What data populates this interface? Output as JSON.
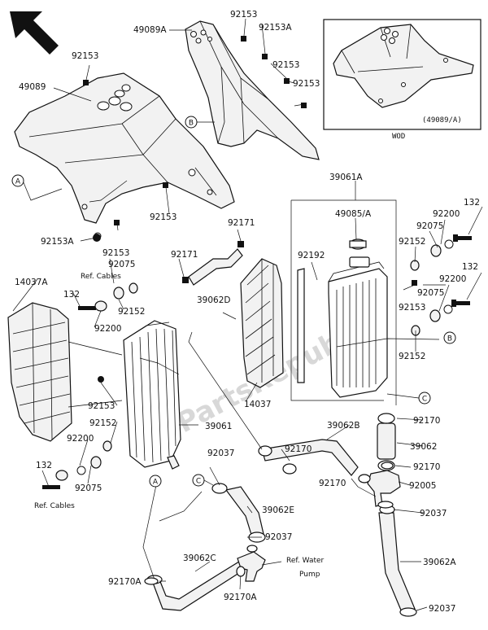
{
  "watermark": "PartsRepublik",
  "inset": {
    "part_ref": "(49089/A)",
    "variant": "WOD"
  },
  "callouts": {
    "A": "A",
    "B": "B",
    "C": "C"
  },
  "labels": {
    "p49089A": "49089A",
    "p92153_topA": "92153",
    "p92153A_top": "92153A",
    "p92153_r1": "92153",
    "p92153_r2": "92153",
    "p92153_left": "92153",
    "p49089": "49089",
    "p92153_mid": "92153",
    "p92153A_low": "92153A",
    "p92153_low": "92153",
    "p39061A": "39061A",
    "p49085A": "49085/A",
    "p132_a": "132",
    "p92200_a": "92200",
    "p92075_a": "92075",
    "p92152_a": "92152",
    "p92171_a": "92171",
    "p92171_b": "92171",
    "p92192": "92192",
    "p132_b": "132",
    "p92200_b": "92200",
    "p92075_b": "92075",
    "p92153_b": "92153",
    "p92152_b": "92152",
    "p92075_left": "92075",
    "ref_cables_1": "Ref. Cables",
    "p14037A": "14037A",
    "p132_left": "132",
    "p92152_left": "92152",
    "p39062D": "39062D",
    "p92200_left": "92200",
    "p92153_left2": "92153",
    "p14037": "14037",
    "p39061": "39061",
    "p92152_left2": "92152",
    "p92200_left2": "92200",
    "p132_left2": "132",
    "p92075_left2": "92075",
    "ref_cables_2": "Ref. Cables",
    "p92170_a": "92170",
    "p39062B": "39062B",
    "p92170_r": "92170",
    "p39062": "39062",
    "p92170_r2": "92170",
    "p92170_mid": "92170",
    "p92005": "92005",
    "p92037_a": "92037",
    "p92037_r": "92037",
    "p39062E": "39062E",
    "p92037_mid": "92037",
    "p39062C": "39062C",
    "ref_water_pump_1": "Ref. Water",
    "ref_water_pump_2": "Pump",
    "p92170A_left": "92170A",
    "p92170A_mid": "92170A",
    "p39062A": "39062A",
    "p92037_bottom": "92037"
  }
}
